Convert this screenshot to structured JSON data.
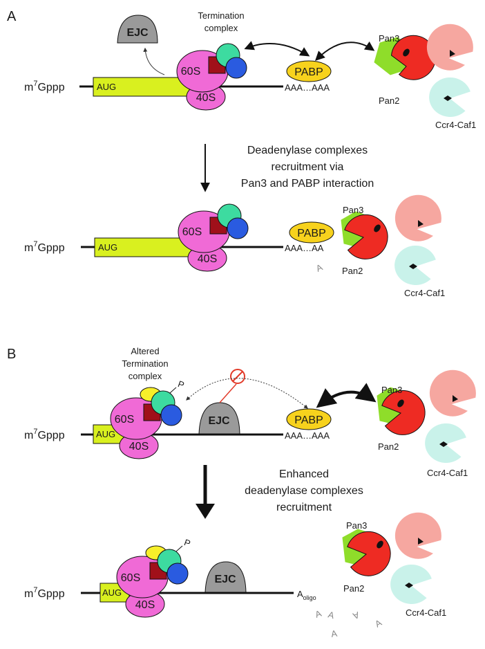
{
  "panels": {
    "a": "A",
    "b": "B"
  },
  "labels": {
    "cap": "m7Gppp",
    "cap_base": "m",
    "cap_sup": "7",
    "cap_rest": "Gppp",
    "aug": "AUG",
    "s60": "60S",
    "s40": "40S",
    "ejc": "EJC",
    "pabp": "PABP",
    "polyA_full": "AAA…AAA",
    "polyA_short": "AAA…AA",
    "a_oligo": "Aoligo",
    "a_oligo_base": "A",
    "a_oligo_sub": "oligo",
    "pan3": "Pan3",
    "pan2": "Pan2",
    "ccr4": "Ccr4-Caf1",
    "p": "P",
    "single_a": "A"
  },
  "term_complex": {
    "line1": "Termination",
    "line2": "complex"
  },
  "altered_complex": {
    "line1": "Altered",
    "line2": "Termination",
    "line3": "complex"
  },
  "captions": {
    "a_step": [
      "Deadenylase complexes",
      "recruitment via",
      "Pan3 and PABP interaction"
    ],
    "b_step": [
      "Enhanced",
      "deadenylase complexes",
      "recruitment"
    ]
  },
  "colors": {
    "orf": "#d9f01f",
    "ribosome": "#f06ad6",
    "termination_green": "#3ddba0",
    "termination_blue": "#2a5be0",
    "termination_darkred": "#a0101a",
    "ejc": "#9a9a9a",
    "pabp": "#f7d21d",
    "pan3": "#8fdd2a",
    "pan2": "#ee2b23",
    "ccr4": "#f6a7a0",
    "caf1": "#c9f2ea",
    "inhibit": "#e23b2a",
    "yellow_factor": "#f7ef2a"
  }
}
